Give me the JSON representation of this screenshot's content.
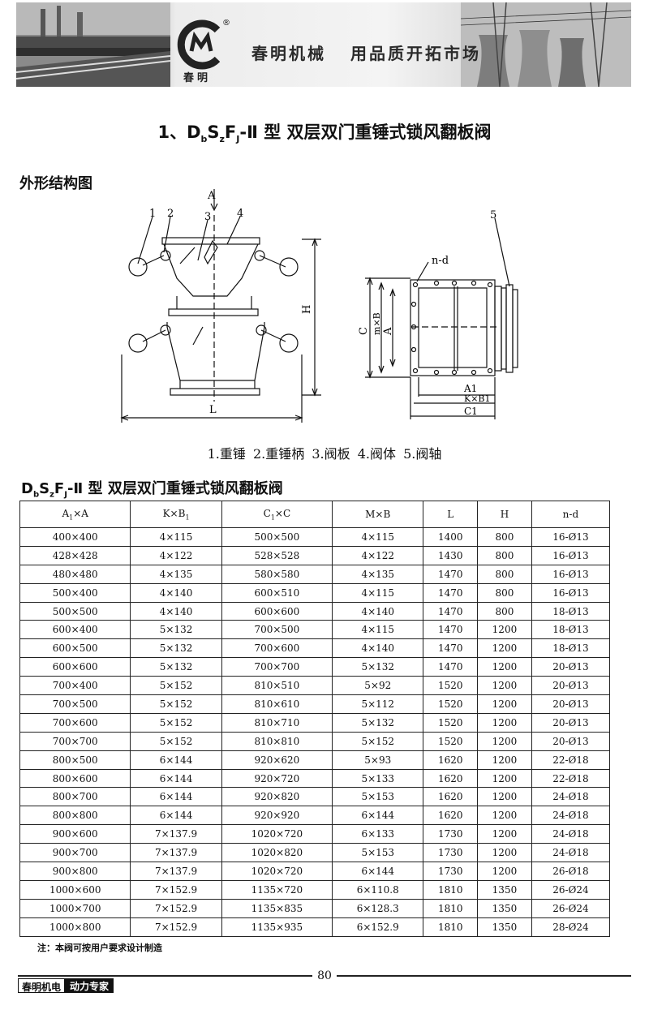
{
  "header": {
    "logo_text": "春明",
    "reg_mark": "®",
    "slogan_1": "春明机械",
    "slogan_2": "用品质开拓市场"
  },
  "title": {
    "prefix": "1、D",
    "sub_b": "b",
    "s": "S",
    "sub_z": "z",
    "f": "F",
    "sub_j": "J",
    "suffix": "-Ⅱ 型 双层双门重锤式锁风翻板阀"
  },
  "section_label": "外形结构图",
  "drawing_labels": {
    "a_arrow": "A",
    "n1": "1",
    "n2": "2",
    "n3": "3",
    "n4": "4",
    "n5": "5",
    "h": "H",
    "l": "L",
    "nd": "n-d",
    "c": "C",
    "mxb": "m×B",
    "a": "A",
    "a1": "A1",
    "kxb1": "K×B1",
    "c1": "C1"
  },
  "legend": [
    "1.重锤",
    "2.重锤柄",
    "3.阀板",
    "4.阀体",
    "5.阀轴"
  ],
  "table": {
    "title_prefix": "D",
    "title_sub_b": "b",
    "title_s": "S",
    "title_sub_z": "z",
    "title_f": "F",
    "title_sub_j": "J",
    "title_suffix": "-Ⅱ 型 双层双门重锤式锁风翻板阀",
    "headers": {
      "c0a": "A",
      "c0s": "1",
      "c0b": "×A",
      "c1a": "K×B",
      "c1s": "1",
      "c2a": "C",
      "c2s": "1",
      "c2b": "×C",
      "c3": "M×B",
      "c4": "L",
      "c5": "H",
      "c6": "n-d"
    },
    "rows": [
      [
        "400×400",
        "4×115",
        "500×500",
        "4×115",
        "1400",
        "800",
        "16-Ø13"
      ],
      [
        "428×428",
        "4×122",
        "528×528",
        "4×122",
        "1430",
        "800",
        "16-Ø13"
      ],
      [
        "480×480",
        "4×135",
        "580×580",
        "4×135",
        "1470",
        "800",
        "16-Ø13"
      ],
      [
        "500×400",
        "4×140",
        "600×510",
        "4×115",
        "1470",
        "800",
        "16-Ø13"
      ],
      [
        "500×500",
        "4×140",
        "600×600",
        "4×140",
        "1470",
        "800",
        "18-Ø13"
      ],
      [
        "600×400",
        "5×132",
        "700×500",
        "4×115",
        "1470",
        "1200",
        "18-Ø13"
      ],
      [
        "600×500",
        "5×132",
        "700×600",
        "4×140",
        "1470",
        "1200",
        "18-Ø13"
      ],
      [
        "600×600",
        "5×132",
        "700×700",
        "5×132",
        "1470",
        "1200",
        "20-Ø13"
      ],
      [
        "700×400",
        "5×152",
        "810×510",
        "5×92",
        "1520",
        "1200",
        "20-Ø13"
      ],
      [
        "700×500",
        "5×152",
        "810×610",
        "5×112",
        "1520",
        "1200",
        "20-Ø13"
      ],
      [
        "700×600",
        "5×152",
        "810×710",
        "5×132",
        "1520",
        "1200",
        "20-Ø13"
      ],
      [
        "700×700",
        "5×152",
        "810×810",
        "5×152",
        "1520",
        "1200",
        "20-Ø13"
      ],
      [
        "800×500",
        "6×144",
        "920×620",
        "5×93",
        "1620",
        "1200",
        "22-Ø18"
      ],
      [
        "800×600",
        "6×144",
        "920×720",
        "5×133",
        "1620",
        "1200",
        "22-Ø18"
      ],
      [
        "800×700",
        "6×144",
        "920×820",
        "5×153",
        "1620",
        "1200",
        "24-Ø18"
      ],
      [
        "800×800",
        "6×144",
        "920×920",
        "6×144",
        "1620",
        "1200",
        "24-Ø18"
      ],
      [
        "900×600",
        "7×137.9",
        "1020×720",
        "6×133",
        "1730",
        "1200",
        "24-Ø18"
      ],
      [
        "900×700",
        "7×137.9",
        "1020×820",
        "5×153",
        "1730",
        "1200",
        "24-Ø18"
      ],
      [
        "900×800",
        "7×137.9",
        "1020×720",
        "6×144",
        "1730",
        "1200",
        "26-Ø18"
      ],
      [
        "1000×600",
        "7×152.9",
        "1135×720",
        "6×110.8",
        "1810",
        "1350",
        "26-Ø24"
      ],
      [
        "1000×700",
        "7×152.9",
        "1135×835",
        "6×128.3",
        "1810",
        "1350",
        "26-Ø24"
      ],
      [
        "1000×800",
        "7×152.9",
        "1135×935",
        "6×152.9",
        "1810",
        "1350",
        "28-Ø24"
      ]
    ]
  },
  "note": "注：本阀可按用户要求设计制造",
  "footer": {
    "page_number": "80",
    "brand": "春明机电",
    "tagline": "动力专家"
  }
}
